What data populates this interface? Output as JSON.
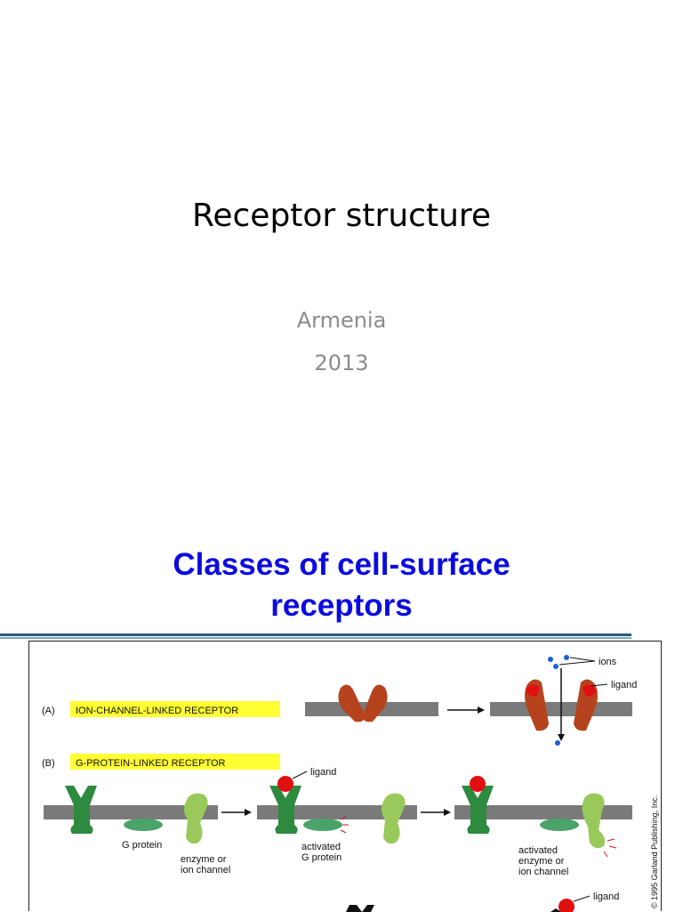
{
  "title_slide": {
    "title": "Receptor structure",
    "subtitle_line1": "Armenia",
    "subtitle_line2": "2013"
  },
  "content_slide": {
    "heading_line1": "Classes of cell-surface",
    "heading_line2": "receptors",
    "figure": {
      "panel_a_label": "(A)",
      "panel_a_title": "ION-CHANNEL-LINKED  RECEPTOR",
      "panel_b_label": "(B)",
      "panel_b_title": "G-PROTEIN-LINKED  RECEPTOR",
      "label_ions": "ions",
      "label_ligand_a": "ligand",
      "label_ligand_b": "ligand",
      "label_g_protein": "G protein",
      "label_enzyme_1": "enzyme or",
      "label_enzyme_2": "ion channel",
      "label_activated_g_1": "activated",
      "label_activated_g_2": "G protein",
      "label_activated_e_1": "activated",
      "label_activated_e_2": "enzyme or",
      "label_activated_e_3": "ion channel",
      "label_ligand_c": "ligand",
      "copyright": "© 1995 Garland Publishing, Inc.",
      "colors": {
        "membrane": "#7a7a7a",
        "ion_channel": "#b5441e",
        "ligand": "#e01010",
        "ion": "#1b5fd6",
        "receptor_dark": "#2e8a3e",
        "receptor_light": "#98c95a",
        "g_protein": "#4aa36a",
        "highlight": "#ffff33"
      }
    }
  }
}
